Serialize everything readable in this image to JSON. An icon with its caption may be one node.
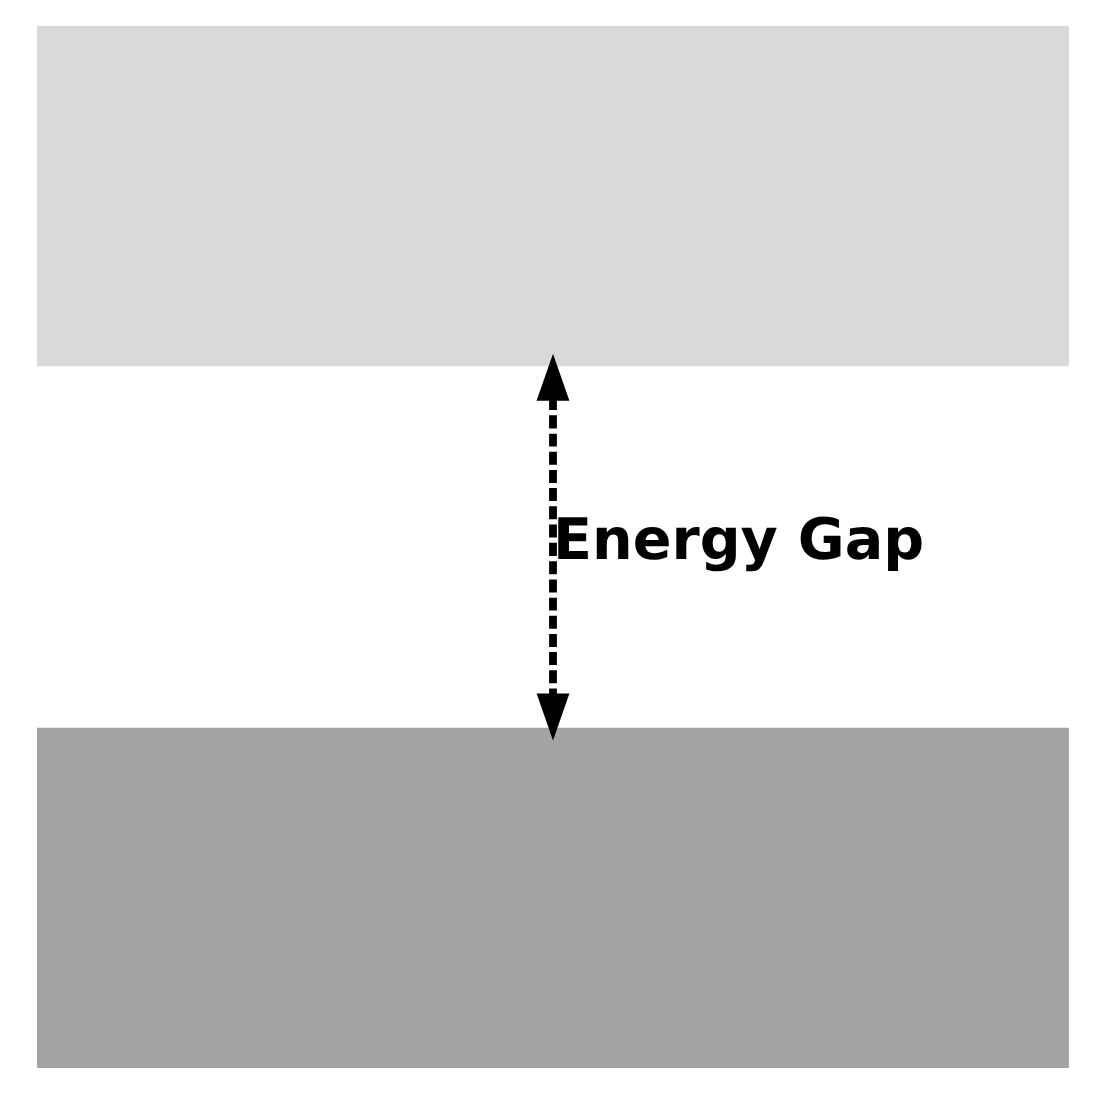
{
  "diagram": {
    "nodes": [
      {
        "text": [],
        "shape": "bar"
      },
      {
        "text": [],
        "shape": "bar"
      }
    ],
    "edges": [
      {
        "from": 0,
        "to": 1,
        "arrow": "both",
        "style": "dashed",
        "label": "Energy Gap"
      }
    ]
  }
}
